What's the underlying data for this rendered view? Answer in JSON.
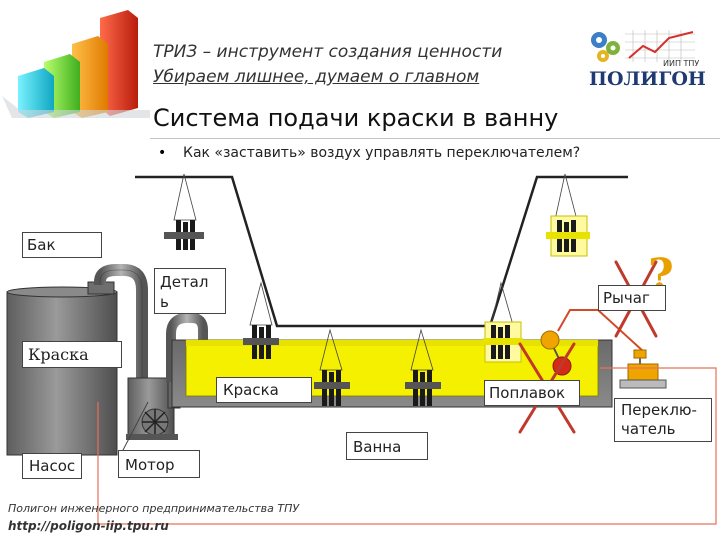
{
  "header": {
    "line1": "ТРИЗ – инструмент создания ценности",
    "line2": "Убираем лишнее, думаем о главном"
  },
  "logo": {
    "name": "ПОЛИГОН",
    "small": "ИИП ТПУ"
  },
  "title": "Система подачи краски в ванну",
  "bullet": "Как «заставить» воздух управлять  переключателем?",
  "labels": {
    "bak": "Бак",
    "detal_line1": "Детал",
    "detal_line2": "ь",
    "kraska_tank": "Краска",
    "kraska_bath": "Краска",
    "nasos": "Насос",
    "motor": "Мотор",
    "vanna": "Ванна",
    "poplavok": "Поплавок",
    "rychag": "Рычаг",
    "question": "?",
    "switch_line1": "Переклю-",
    "switch_line2": "чатель"
  },
  "footer": {
    "line1": "Полигон инженерного предпринимательства ТПУ",
    "line2": "http://poligon-iip.tpu.ru"
  },
  "colors": {
    "paint": "#f5f000",
    "tank": "#7a7a7a",
    "cross": "#c0392b",
    "line": "#d24a2a"
  }
}
